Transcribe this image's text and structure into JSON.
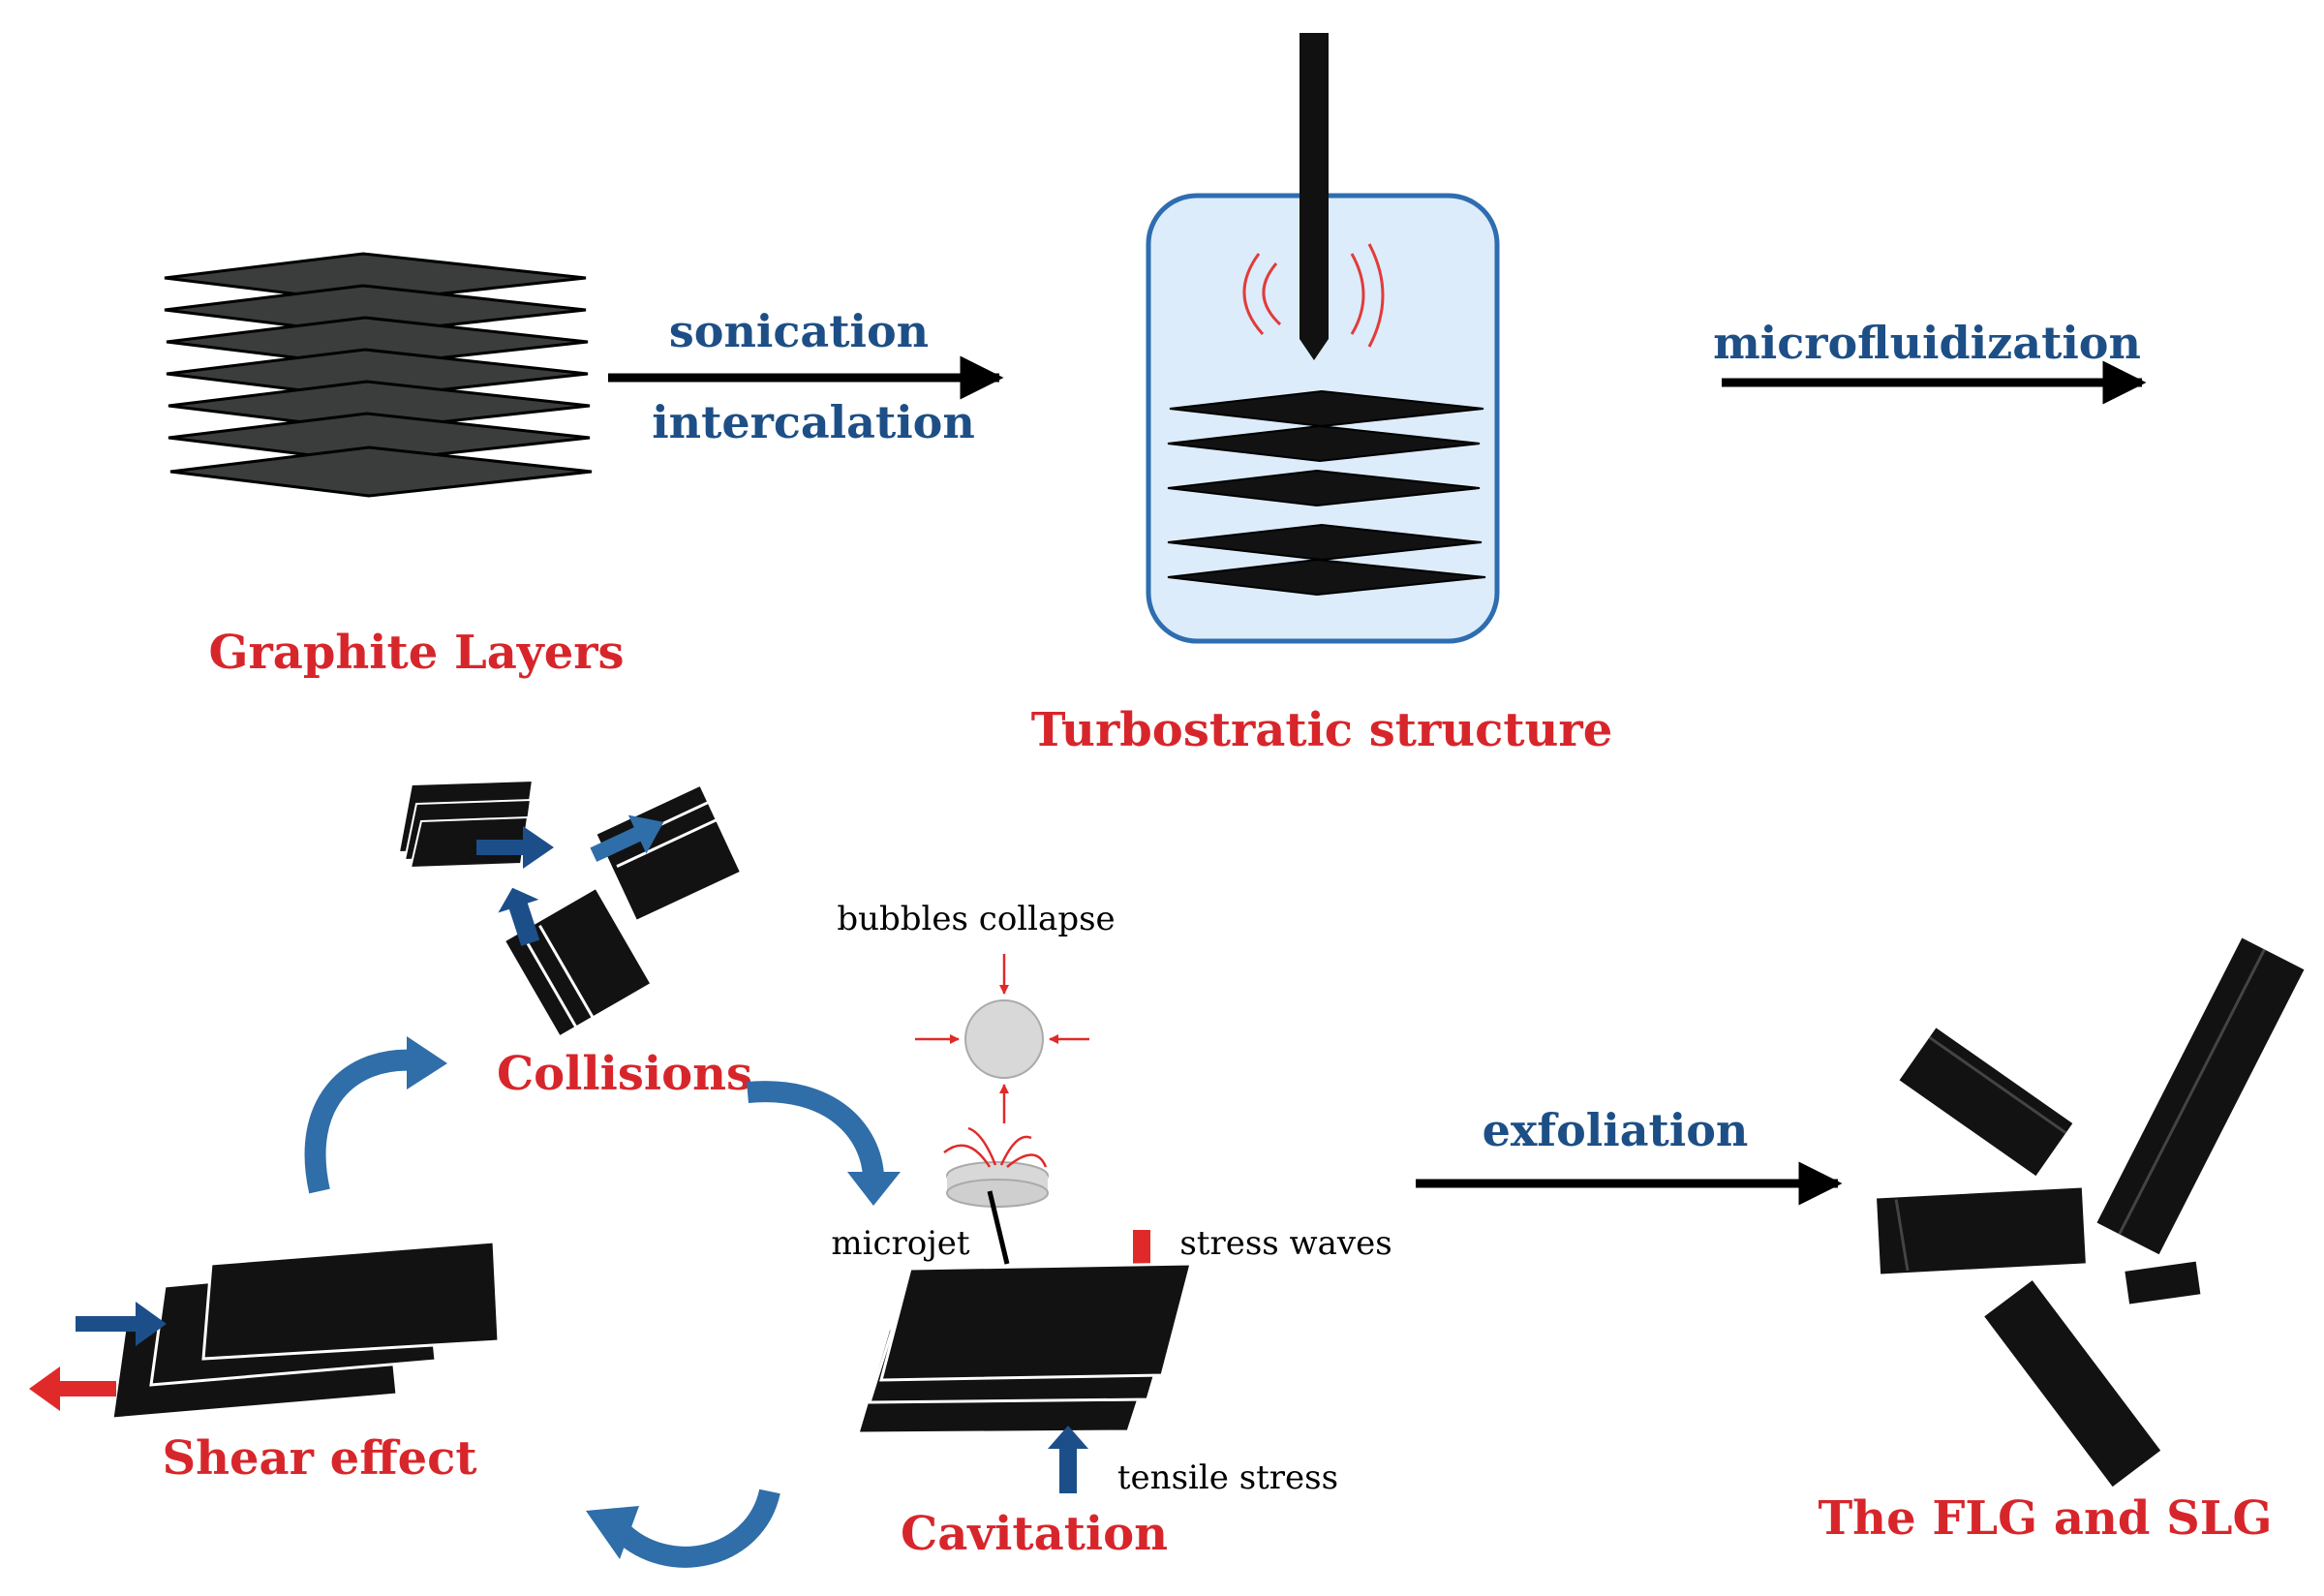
{
  "colors": {
    "title": "#d7262b",
    "step": "#1d4f86",
    "layer_dark": "#3a3d3c",
    "layer_black": "#121212",
    "vessel_fill": "#dcecfa",
    "vessel_stroke": "#2e6db0",
    "curved_arrow": "#2f6ea8",
    "force_red": "#e02a2a",
    "force_blue": "#1c4f8a",
    "bubble": "#d8d8d8"
  },
  "labels": {
    "graphite_layers": "Graphite Layers",
    "turbostratic_structure": "Turbostratic structure",
    "collisions": "Collisions",
    "shear_effect": "Shear effect",
    "cavitation": "Cavitation",
    "flg_slg": "The FLG and SLG"
  },
  "steps": {
    "sonication": "sonication",
    "intercalation": "intercalation",
    "microfluidization": "microfluidization",
    "exfoliation": "exfoliation"
  },
  "notes": {
    "bubbles_collapse": "bubbles collapse",
    "microjet": "microjet",
    "stress_waves": "stress waves",
    "tensile_stress": "tensile stress"
  },
  "icons": {
    "process_arrow": "right-arrow-icon",
    "cycle_arrow": "curved-arrow-icon",
    "force_arrow": "block-arrow-icon",
    "probe": "ultrasonic-probe-icon",
    "bubble": "bubble-icon"
  }
}
